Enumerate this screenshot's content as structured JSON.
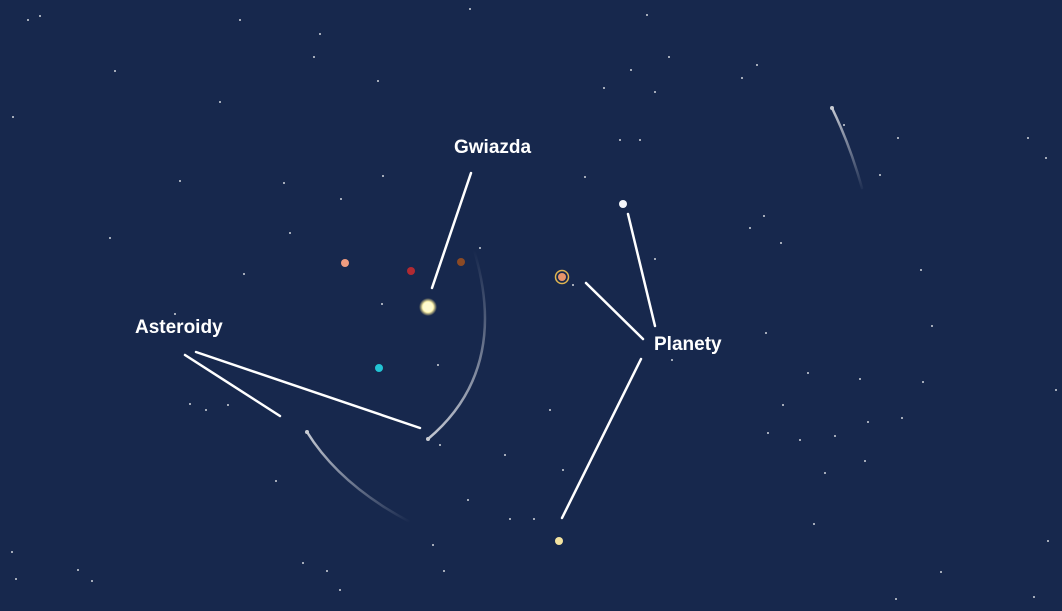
{
  "labels": {
    "star": "Gwiazda",
    "asteroids": "Asteroidy",
    "planets": "Planety"
  },
  "colors": {
    "background": "#17284d",
    "star_points": "#ffffff",
    "leader_line": "#ffffff",
    "trail": "#cfd3da",
    "star_core": "#fffbd0",
    "star_glow": "#ffe680",
    "planet_white": "#f4f6fa",
    "planet_orange": "#e8956a",
    "planet_orange_ring": "#e0b550",
    "planet_yellow": "#f3e3a0",
    "dot_salmon": "#ef9c80",
    "dot_red": "#b12a32",
    "dot_brown": "#8c4a24",
    "dot_cyan": "#22c4d4"
  },
  "icons": {
    "star": "sun-icon",
    "planet": "planet-icon",
    "asteroid": "asteroid-icon",
    "comet": "comet-icon"
  }
}
